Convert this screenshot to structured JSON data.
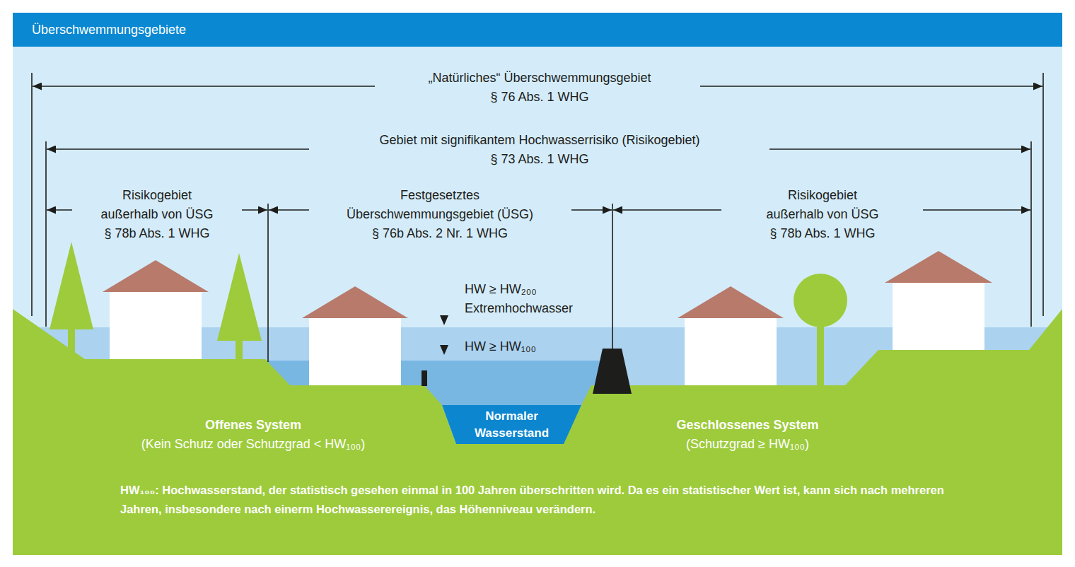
{
  "diagram": {
    "title": "Überschwemmungsgebiete",
    "nodes": [
      {
        "text": [
          "Normaler Wasserstand"
        ]
      }
    ],
    "labels": [
      "„Natürliches“ Überschwemmungsgebiet",
      "§ 76 Abs. 1 WHG",
      "Gebiet mit signifikantem Hochwasserrisiko (Risikogebiet)",
      "§ 73 Abs. 1 WHG",
      "Risikogebiet außerhalb von ÜSG",
      "§ 78b Abs. 1 WHG",
      "Festgesetztes Überschwemmungsgebiet (ÜSG)",
      "§ 76b Abs. 2 Nr. 1 WHG",
      "Risikogebiet außerhalb von ÜSG",
      "§ 78b Abs. 1 WHG",
      "HW ≥ HW₂₀₀",
      "Extremhochwasser",
      "HW ≥ HW₁₀₀",
      "Offenes System",
      "(Kein Schutz oder Schutzgrad < HW₁₀₀)",
      "Geschlossenes System",
      "(Schutzgrad ≥ HW₁₀₀)",
      "HW₁₀₀: Hochwasserstand, der statistisch gesehen einmal in 100 Jahren überschritten wird. Da es ein statistischer Wert ist, kann sich nach mehreren Jahren, insbesondere nach einerm Hochwasserereignis, das Höhenniveau verändern."
    ]
  }
}
